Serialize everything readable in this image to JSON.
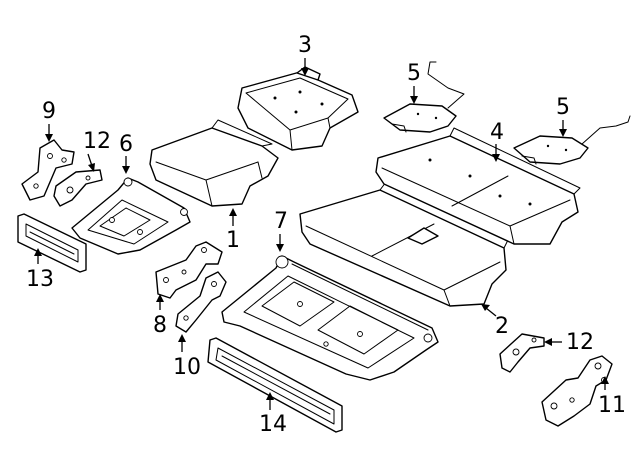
{
  "callouts": {
    "c1": "1",
    "c2": "2",
    "c3": "3",
    "c4": "4",
    "c5a": "5",
    "c5b": "5",
    "c6": "6",
    "c7": "7",
    "c8": "8",
    "c9": "9",
    "c10": "10",
    "c11": "11",
    "c12a": "12",
    "c12b": "12",
    "c13": "13",
    "c14": "14"
  }
}
